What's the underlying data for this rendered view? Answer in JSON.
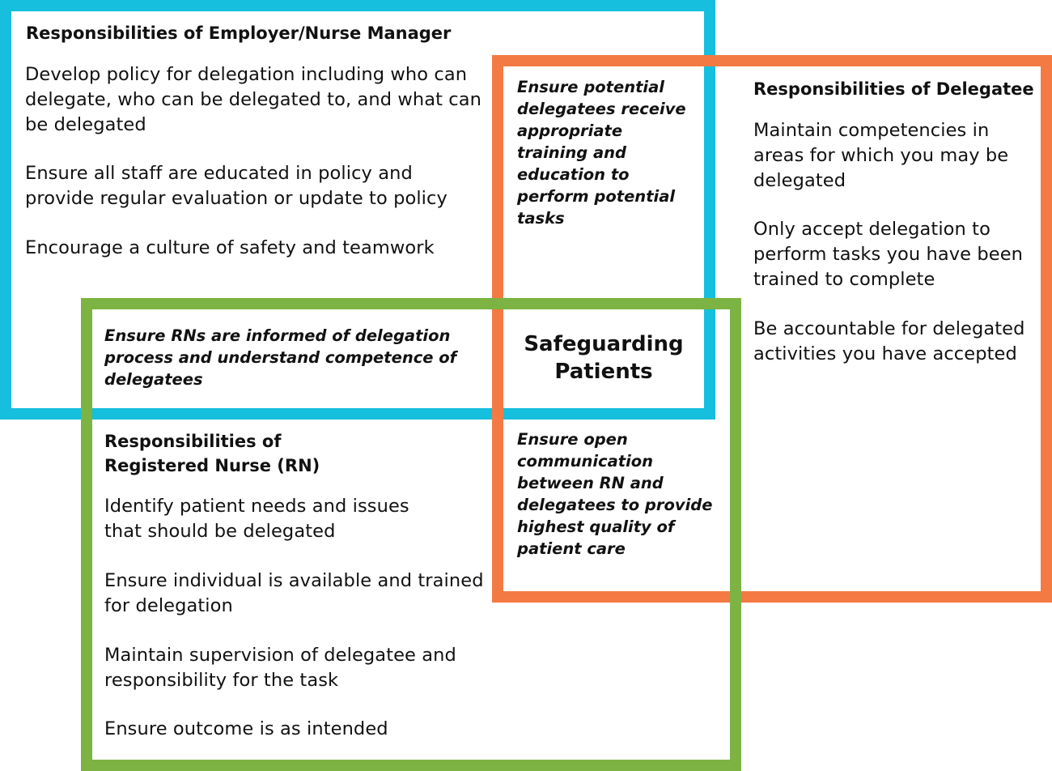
{
  "employer": {
    "heading": "Responsibilities of Employer/Nurse Manager",
    "items": [
      "Develop policy for delegation including who can\ndelegate, who can be delegated to, and what can\nbe delegated",
      "Ensure all staff are educated in policy and\nprovide regular evaluation or update to policy",
      "Encourage a culture of safety and teamwork"
    ]
  },
  "delegatee": {
    "heading": "Responsibilities of Delegatee",
    "items": [
      "Maintain competencies in\nareas for which you may be\ndelegated",
      "Only accept delegation to\nperform tasks you have been\ntrained to complete",
      "Be accountable for delegated\nactivities you have accepted"
    ]
  },
  "rn": {
    "heading": "Responsibilities of\nRegistered Nurse (RN)",
    "items": [
      "Identify patient needs and issues\nthat should be delegated",
      "Ensure individual is available and trained\nfor delegation",
      "Maintain supervision of delegatee and\nresponsibility for the task",
      "Ensure outcome is as intended"
    ]
  },
  "overlaps": {
    "employer_delegatee": "Ensure potential\ndelegatees receive\nappropriate\ntraining and\neducation to\nperform potential\ntasks",
    "employer_rn": "Ensure RNs are informed of delegation\nprocess and understand competence of\ndelegatees",
    "rn_delegatee": "Ensure open\ncommunication\nbetween RN and\ndelegatees to provide\nhighest quality of\npatient care"
  },
  "center": {
    "title": "Safeguarding\nPatients"
  },
  "colors": {
    "employer": "#15bfdd",
    "delegatee": "#f47a44",
    "rn": "#7cb342"
  }
}
